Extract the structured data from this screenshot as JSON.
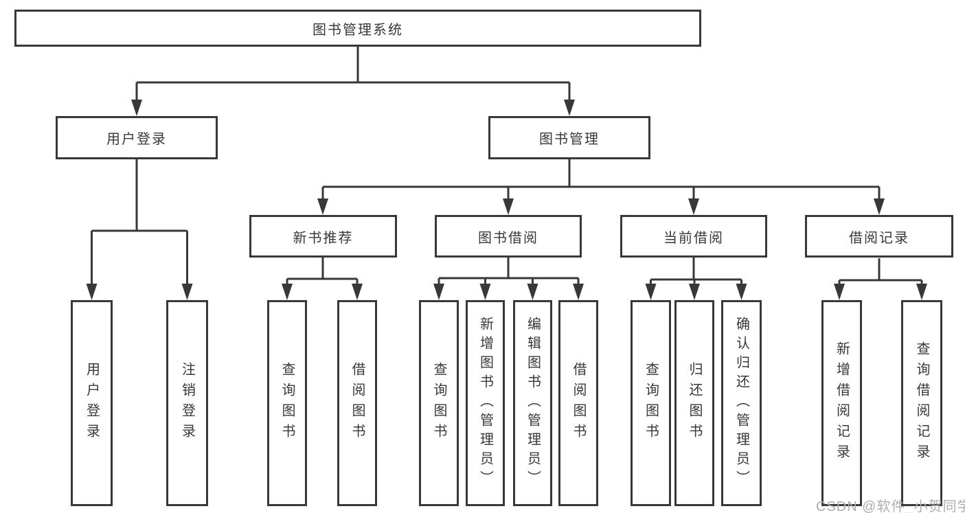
{
  "colors": {
    "line": "#383838",
    "box_border": "#383838",
    "box_fill": "#ffffff",
    "text": "#383838",
    "watermark": "#aeaeae",
    "background": "#ffffff"
  },
  "watermark": "CSDN @软件_小贺同学",
  "tree": {
    "root": "图书管理系统",
    "level2": {
      "user_login": "用户登录",
      "book_management": "图书管理"
    },
    "level3": {
      "new_book_recommend": "新书推荐",
      "book_borrow": "图书借阅",
      "current_borrow": "当前借阅",
      "borrow_record": "借阅记录"
    },
    "leaves": {
      "user_login": "用户登录",
      "logout": "注销登录",
      "nb_query_book": "查询图书",
      "nb_borrow_book": "借阅图书",
      "bb_query_book": "查询图书",
      "bb_add_book": "新增图书（管理员）",
      "bb_edit_book": "编辑图书（管理员）",
      "bb_borrow_book": "借阅图书",
      "cb_query_book": "查询图书",
      "cb_return_book": "归还图书",
      "cb_confirm_return": "确认归还（管理员）",
      "br_add_record": "新增借阅记录",
      "br_query_record": "查询借阅记录"
    }
  }
}
